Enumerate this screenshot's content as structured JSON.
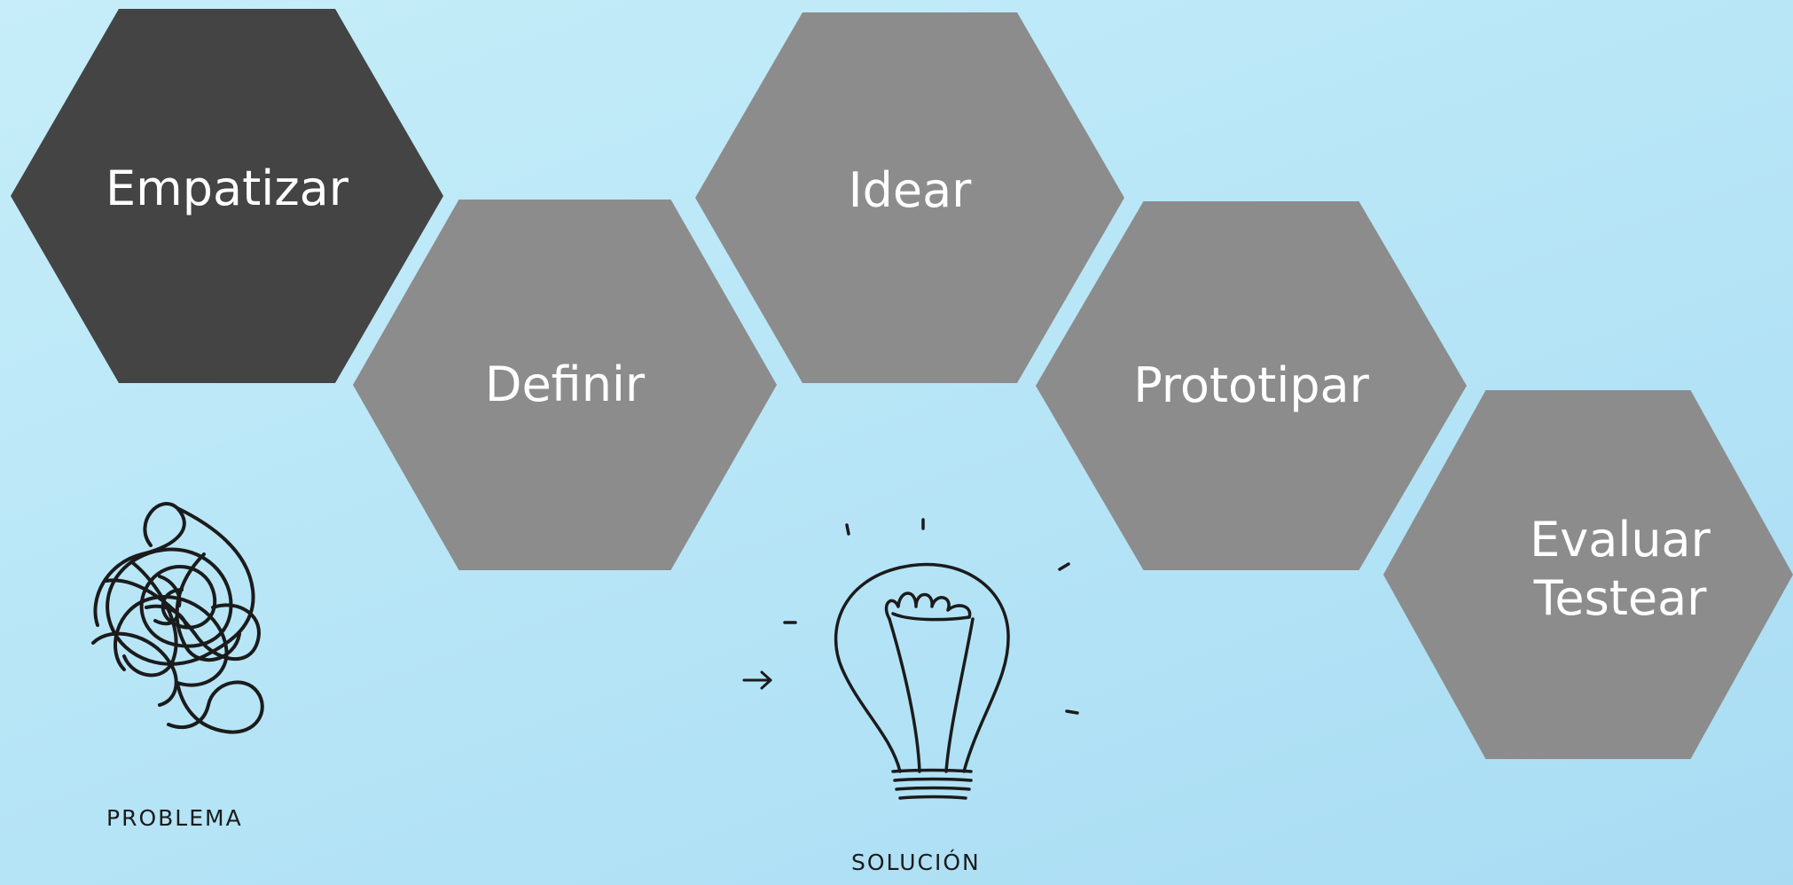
{
  "colors": {
    "background_light": "#c6edf9",
    "background_dark": "#a9dcf3",
    "stage_active": "#444444",
    "stage_inactive": "#8c8c8c",
    "stage_text": "#ffffff",
    "sketch_ink": "#1b1b1b"
  },
  "stages": [
    {
      "label": "Empatizar",
      "active": true
    },
    {
      "label": "Definir",
      "active": false
    },
    {
      "label": "Idear",
      "active": false
    },
    {
      "label": "Prototipar",
      "active": false
    },
    {
      "label": "Evaluar\nTestear",
      "active": false
    }
  ],
  "illustrations": {
    "problem": {
      "icon": "tangled-scribble-icon",
      "caption": "PROBLEMA"
    },
    "solution": {
      "icon": "lightbulb-icon",
      "arrow_icon": "arrow-right-icon",
      "caption": "SOLUCIÓN"
    }
  }
}
